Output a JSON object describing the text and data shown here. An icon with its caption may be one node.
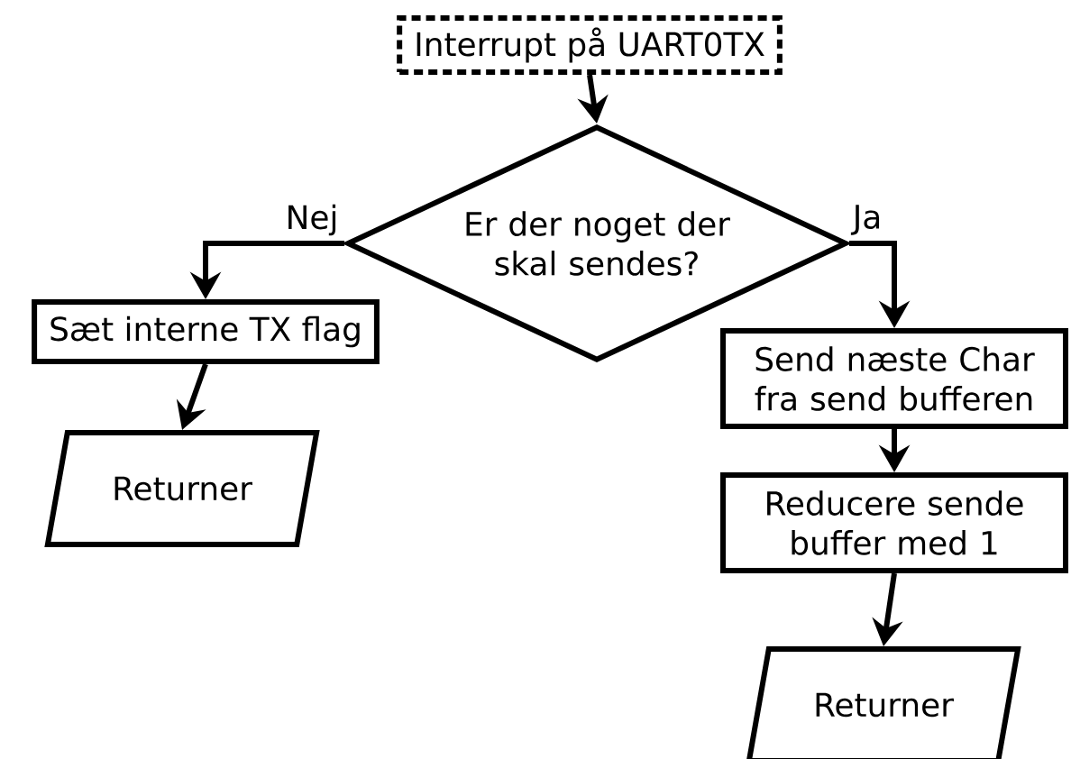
{
  "diagram": {
    "nodes": [
      {
        "text": [
          "Interrupt på UART0TX"
        ]
      },
      {
        "text": [
          "Er der noget der skal sendes?"
        ]
      },
      {
        "text": [
          "Sæt interne TX flag"
        ]
      },
      {
        "text": [
          "Returner"
        ]
      },
      {
        "text": [
          "Send næste Char fra send bufferen"
        ]
      },
      {
        "text": [
          "Reducere sende buffer med 1"
        ]
      },
      {
        "text": [
          "Returner"
        ]
      }
    ],
    "edges": [
      {
        "from": 0,
        "to": 1,
        "arrow": "to"
      },
      {
        "from": 1,
        "to": 2,
        "arrow": "to",
        "label": "Nej"
      },
      {
        "from": 1,
        "to": 4,
        "arrow": "to",
        "label": "Ja"
      },
      {
        "from": 2,
        "to": 3,
        "arrow": "to"
      },
      {
        "from": 4,
        "to": 5,
        "arrow": "to"
      },
      {
        "from": 5,
        "to": 6,
        "arrow": "to"
      }
    ]
  }
}
